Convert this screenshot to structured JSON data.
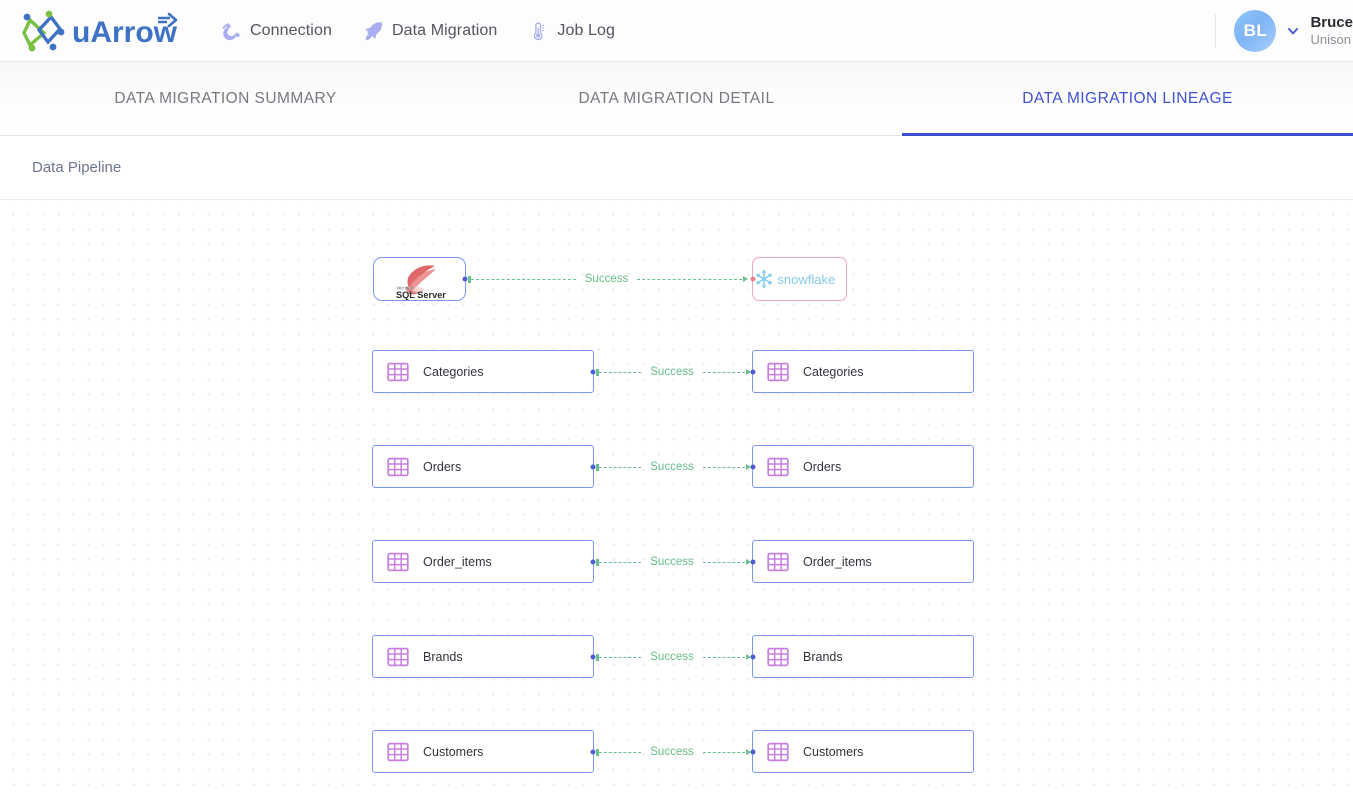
{
  "app": {
    "brand_name": "uArrow",
    "brand_colors": {
      "green": "#7ac143",
      "blue": "#3f72c4",
      "logo_text": "#3f72c4"
    }
  },
  "header": {
    "nav": [
      {
        "label": "Connection",
        "icon": "plug-icon"
      },
      {
        "label": "Data Migration",
        "icon": "rocket-icon"
      },
      {
        "label": "Job Log",
        "icon": "thermometer-icon"
      }
    ],
    "user": {
      "initials": "BL",
      "name": "Bruce",
      "org": "Unison",
      "chevron_icon": "chevron-down-icon"
    }
  },
  "tabs": [
    {
      "label": "DATA MIGRATION SUMMARY",
      "active": false
    },
    {
      "label": "DATA MIGRATION DETAIL",
      "active": false
    },
    {
      "label": "DATA MIGRATION LINEAGE",
      "active": true
    }
  ],
  "breadcrumb": {
    "label": "Data Pipeline"
  },
  "canvas": {
    "accent_blue": "#7b97f2",
    "accent_pink": "#f0a9b8",
    "success_green": "#67be8a",
    "table_icon_color": "#c77fe0",
    "rows": [
      {
        "kind": "vendor",
        "source": {
          "label": "SQL Server",
          "vendor_sub": "Microsoft",
          "icon": "sql-server-logo"
        },
        "target": {
          "label": "snowflake",
          "icon": "snowflake-logo"
        },
        "edge": {
          "label": "Success",
          "status": "success"
        }
      },
      {
        "kind": "table",
        "source": {
          "label": "Categories",
          "icon": "table-icon"
        },
        "target": {
          "label": "Categories",
          "icon": "table-icon"
        },
        "edge": {
          "label": "Success",
          "status": "success"
        }
      },
      {
        "kind": "table",
        "source": {
          "label": "Orders",
          "icon": "table-icon"
        },
        "target": {
          "label": "Orders",
          "icon": "table-icon"
        },
        "edge": {
          "label": "Success",
          "status": "success"
        }
      },
      {
        "kind": "table",
        "source": {
          "label": "Order_items",
          "icon": "table-icon"
        },
        "target": {
          "label": "Order_items",
          "icon": "table-icon"
        },
        "edge": {
          "label": "Success",
          "status": "success"
        }
      },
      {
        "kind": "table",
        "source": {
          "label": "Brands",
          "icon": "table-icon"
        },
        "target": {
          "label": "Brands",
          "icon": "table-icon"
        },
        "edge": {
          "label": "Success",
          "status": "success"
        }
      },
      {
        "kind": "table",
        "source": {
          "label": "Customers",
          "icon": "table-icon"
        },
        "target": {
          "label": "Customers",
          "icon": "table-icon"
        },
        "edge": {
          "label": "Success",
          "status": "success"
        }
      }
    ]
  }
}
